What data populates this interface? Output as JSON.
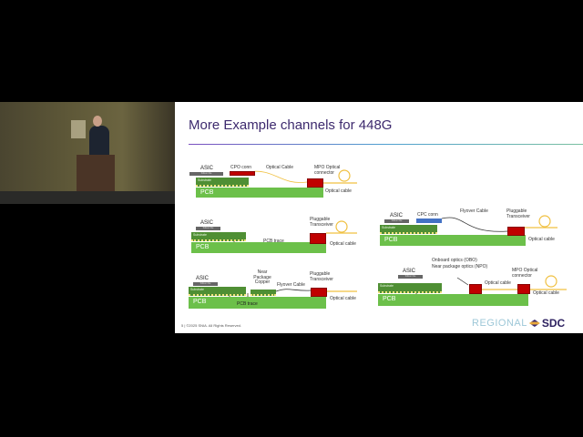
{
  "slide": {
    "title": "More Example channels for 448G",
    "footer": "5 | ©2025 SNIA. All Rights Reserved.",
    "logo": {
      "text_left": "REGIONAL",
      "text_right": "SDC"
    },
    "colors": {
      "title": "#3d2a6e",
      "pcb": "#6cc04a",
      "substrate": "#4f8f34",
      "connector_red": "#c00000",
      "cpc_blue": "#4472c4",
      "cable": "#f0c040"
    },
    "diagrams": [
      {
        "asic": "ASIC",
        "die": "Silicon Die",
        "substrate": "Substrate",
        "pcb": "PCB",
        "labels": [
          "CPO conn",
          "Optical Cable",
          "MPO Optical connector",
          "Optical cable"
        ]
      },
      {
        "asic": "ASIC",
        "die": "Silicon Die",
        "substrate": "Substrate",
        "pcb": "PCB",
        "labels": [
          "PCB trace",
          "Pluggable Transceiver",
          "Optical cable"
        ]
      },
      {
        "asic": "ASIC",
        "die": "Silicon Die",
        "substrate": "Substrate",
        "pcb": "PCB",
        "labels": [
          "CPC conn",
          "Flyover Cable",
          "Pluggable Transceiver",
          "Optical cable"
        ]
      },
      {
        "asic": "ASIC",
        "die": "Silicon Die",
        "substrate": "Substrate",
        "pcb": "PCB",
        "labels": [
          "Near Package Copper",
          "Flyover Cable",
          "Pluggable Transceiver",
          "Optical cable",
          "PCB trace"
        ]
      },
      {
        "asic": "ASIC",
        "die": "Silicon Die",
        "substrate": "Substrate",
        "pcb": "PCB",
        "labels": [
          "Onboard optics (OBO)",
          "Near package optics (NPO)",
          "Optical cable",
          "MPO Optical connector",
          "Optical cable"
        ]
      }
    ]
  }
}
